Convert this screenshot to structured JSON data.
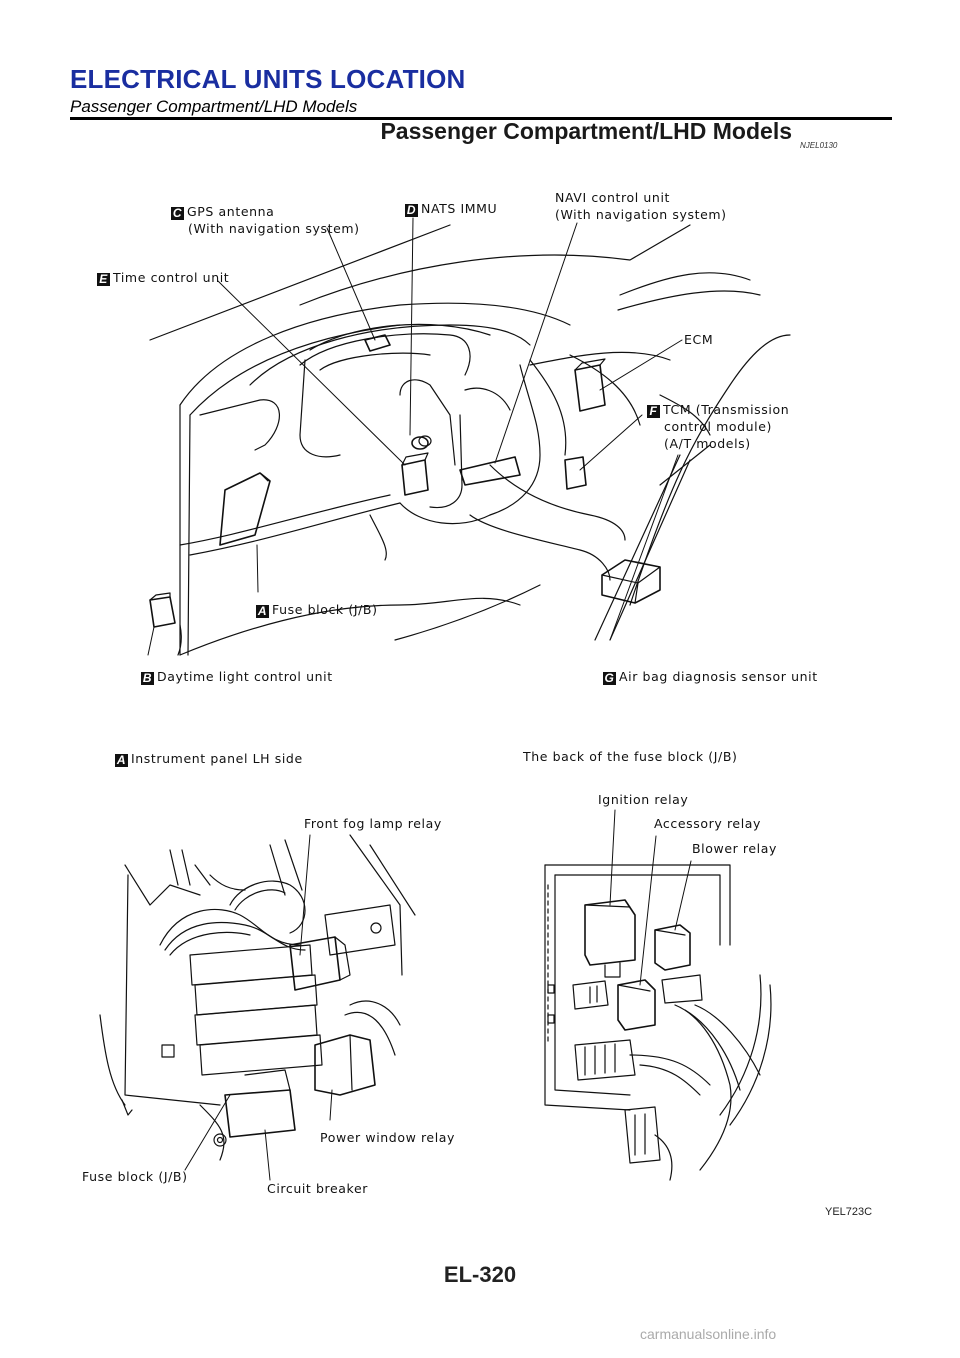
{
  "header": {
    "title": "ELECTRICAL UNITS LOCATION",
    "subtitle": "Passenger Compartment/LHD Models"
  },
  "section": {
    "title": "Passenger Compartment/LHD Models",
    "ref_code": "NJEL0130"
  },
  "figure": {
    "top_labels": {
      "gps": {
        "badge": "C",
        "line1": "GPS antenna",
        "line2": "(With navigation system)"
      },
      "nats": {
        "badge": "D",
        "line1": "NATS IMMU"
      },
      "navi": {
        "line1": "NAVI control unit",
        "line2": "(With navigation system)"
      },
      "time": {
        "badge": "E",
        "line1": "Time control unit"
      },
      "ecm": {
        "line1": "ECM"
      },
      "tcm": {
        "badge": "F",
        "line1": "TCM (Transmission",
        "line2": "control module)",
        "line3": "(A/T models)"
      },
      "fuse": {
        "badge": "A",
        "line1": "Fuse block (J/B)"
      },
      "daytime": {
        "badge": "B",
        "line1": "Daytime light control unit"
      },
      "airbag": {
        "badge": "G",
        "line1": "Air bag diagnosis sensor unit"
      }
    },
    "lower_left": {
      "badge": "A",
      "title": "Instrument panel LH side",
      "front_fog": "Front fog lamp relay",
      "power_window": "Power window relay",
      "fuse_block": "Fuse block (J/B)",
      "circuit_breaker": "Circuit breaker"
    },
    "lower_right": {
      "title": "The back of the fuse block (J/B)",
      "ignition": "Ignition relay",
      "accessory": "Accessory relay",
      "blower": "Blower relay"
    },
    "code": "YEL723C"
  },
  "page_number": "EL-320",
  "watermark": "carmanualsonline.info"
}
